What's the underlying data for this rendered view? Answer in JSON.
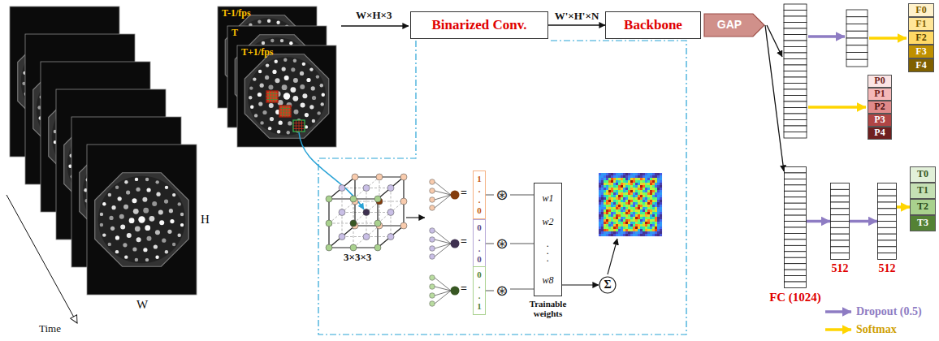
{
  "diagram": {
    "nodes": [
      {
        "text": [
          "Binarized Conv."
        ]
      },
      {
        "text": [
          "Backbone"
        ]
      },
      {
        "text": [
          "GAP"
        ]
      },
      {
        "text": [
          "FC (1024)"
        ]
      },
      {
        "text": [
          "512"
        ]
      },
      {
        "text": [
          "512"
        ]
      },
      {
        "text": [
          "F0"
        ]
      },
      {
        "text": [
          "F1"
        ]
      },
      {
        "text": [
          "F2"
        ]
      },
      {
        "text": [
          "F3"
        ]
      },
      {
        "text": [
          "F4"
        ]
      },
      {
        "text": [
          "P0"
        ]
      },
      {
        "text": [
          "P1"
        ]
      },
      {
        "text": [
          "P2"
        ]
      },
      {
        "text": [
          "P3"
        ]
      },
      {
        "text": [
          "P4"
        ]
      },
      {
        "text": [
          "T0"
        ]
      },
      {
        "text": [
          "T1"
        ]
      },
      {
        "text": [
          "T2"
        ]
      },
      {
        "text": [
          "T3"
        ]
      },
      {
        "text": [
          "1 . . 0"
        ]
      },
      {
        "text": [
          "0 . . 0"
        ]
      },
      {
        "text": [
          "0 . . 1"
        ]
      },
      {
        "text": [
          "⊛"
        ]
      },
      {
        "text": [
          "⊛"
        ]
      },
      {
        "text": [
          "⊛"
        ]
      },
      {
        "text": [
          "w1",
          "w2",
          ". . .",
          "w8",
          "Trainable weights"
        ]
      },
      {
        "text": [
          "Σ"
        ]
      }
    ],
    "edges": [
      {
        "from": 0,
        "to": 1,
        "label": "W'×H'×N",
        "arrow": "to"
      },
      {
        "from": 2,
        "to": 3,
        "arrow": "to"
      },
      {
        "from": 3,
        "to": 4,
        "arrow": "to"
      },
      {
        "from": 4,
        "to": 5,
        "arrow": "to"
      },
      {
        "from": 5,
        "to": 18,
        "arrow": "to"
      },
      {
        "from": 20,
        "to": 23,
        "arrow": "none"
      },
      {
        "from": 21,
        "to": 24,
        "arrow": "none"
      },
      {
        "from": 22,
        "to": 25,
        "arrow": "none"
      },
      {
        "from": 23,
        "to": 26,
        "arrow": "none"
      },
      {
        "from": 24,
        "to": 26,
        "arrow": "none"
      },
      {
        "from": 25,
        "to": 26,
        "arrow": "none"
      },
      {
        "from": 26,
        "to": 27,
        "arrow": "to"
      }
    ],
    "labels": [
      "H",
      "W",
      "Time",
      "T-1/fps",
      "T",
      "T+1/fps",
      "W×H×3",
      "3×3×3",
      "=",
      "=",
      "="
    ],
    "legend": [
      {
        "text": "Dropout (0.5)"
      },
      {
        "text": "Softmax"
      }
    ]
  }
}
